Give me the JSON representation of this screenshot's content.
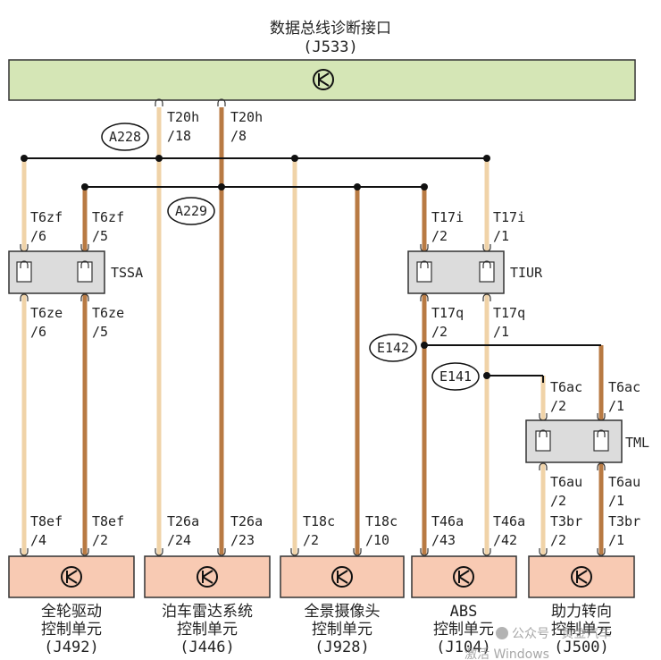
{
  "gateway": {
    "title": "数据总线诊断接口",
    "code": "(J533)",
    "fill": "#d5e6b6",
    "pins": [
      {
        "connector": "T20h",
        "pin": "/18"
      },
      {
        "connector": "T20h",
        "pin": "/8"
      }
    ]
  },
  "splices": {
    "A228": "A228",
    "A229": "A229",
    "E142": "E142",
    "E141": "E141"
  },
  "connectors": {
    "TSSA": {
      "name": "TSSA",
      "top_pins": [
        {
          "connector": "T6zf",
          "pin": "/6"
        },
        {
          "connector": "T6zf",
          "pin": "/5"
        }
      ],
      "bottom_pins": [
        {
          "connector": "T6ze",
          "pin": "/6"
        },
        {
          "connector": "T6ze",
          "pin": "/5"
        }
      ]
    },
    "TIUR": {
      "name": "TIUR",
      "top_pins": [
        {
          "connector": "T17i",
          "pin": "/2"
        },
        {
          "connector": "T17i",
          "pin": "/1"
        }
      ],
      "bottom_pins": [
        {
          "connector": "T17q",
          "pin": "/2"
        },
        {
          "connector": "T17q",
          "pin": "/1"
        }
      ]
    },
    "TML": {
      "name": "TML",
      "top_pins": [
        {
          "connector": "T6ac",
          "pin": "/2"
        },
        {
          "connector": "T6ac",
          "pin": "/1"
        }
      ],
      "bottom_pins": [
        {
          "connector": "T6au",
          "pin": "/2"
        },
        {
          "connector": "T6au",
          "pin": "/1"
        }
      ]
    }
  },
  "ecus": [
    {
      "id": "J492",
      "name_lines": [
        "全轮驱动",
        "控制单元"
      ],
      "code": "(J492)",
      "pins": [
        {
          "connector": "T8ef",
          "pin": "/4"
        },
        {
          "connector": "T8ef",
          "pin": "/2"
        }
      ]
    },
    {
      "id": "J446",
      "name_lines": [
        "泊车雷达系统",
        "控制单元"
      ],
      "code": "(J446)",
      "pins": [
        {
          "connector": "T26a",
          "pin": "/24"
        },
        {
          "connector": "T26a",
          "pin": "/23"
        }
      ]
    },
    {
      "id": "J928",
      "name_lines": [
        "全景摄像头",
        "控制单元"
      ],
      "code": "(J928)",
      "pins": [
        {
          "connector": "T18c",
          "pin": "/2"
        },
        {
          "connector": "T18c",
          "pin": "/10"
        }
      ]
    },
    {
      "id": "J104",
      "name_lines": [
        "ABS",
        "控制单元"
      ],
      "code": "(J104)",
      "pins": [
        {
          "connector": "T46a",
          "pin": "/43"
        },
        {
          "connector": "T46a",
          "pin": "/42"
        }
      ]
    },
    {
      "id": "J500",
      "name_lines": [
        "助力转向",
        "控制单元"
      ],
      "code": "(J500)",
      "pins": [
        {
          "connector": "T3br",
          "pin": "/2"
        },
        {
          "connector": "T3br",
          "pin": "/1"
        }
      ]
    }
  ],
  "watermark": {
    "line1": "公众号 · 黄金汽车",
    "line2": "激活 Windows"
  },
  "colors": {
    "gateway_fill": "#d5e6b6",
    "ecu_fill": "#f8cab3",
    "connector_fill": "#dcdcdc",
    "wire_can_low": "#b87a43",
    "wire_can_high": "#f0d3a8",
    "bus_line": "#111111"
  }
}
